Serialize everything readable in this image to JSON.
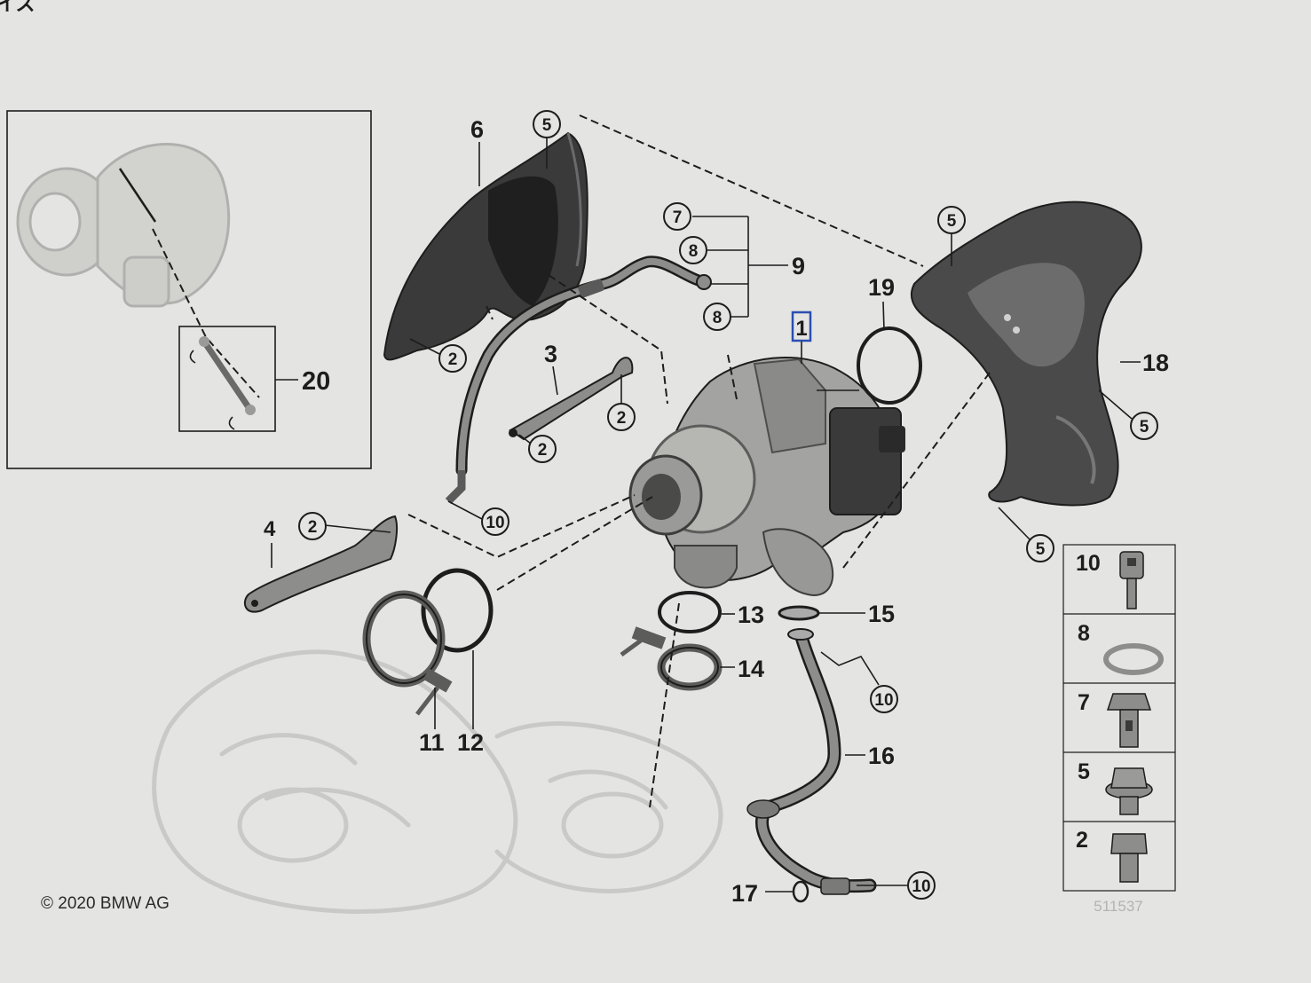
{
  "header_fragment": "イス",
  "copyright": "© 2020 BMW AG",
  "diagram_id": "511537",
  "callouts": {
    "p1": "1",
    "p2": "2",
    "p3": "3",
    "p4": "4",
    "p5": "5",
    "p6": "6",
    "p7": "7",
    "p8": "8",
    "p9": "9",
    "p10": "10",
    "p11": "11",
    "p12": "12",
    "p13": "13",
    "p14": "14",
    "p15": "15",
    "p16": "16",
    "p17": "17",
    "p18": "18",
    "p19": "19",
    "p20": "20"
  },
  "legend": {
    "rows": [
      {
        "number": "10",
        "part": "socket-head-screw"
      },
      {
        "number": "8",
        "part": "sealing-ring"
      },
      {
        "number": "7",
        "part": "banjo-bolt"
      },
      {
        "number": "5",
        "part": "hex-flange-bolt"
      },
      {
        "number": "2",
        "part": "hex-bolt"
      }
    ]
  },
  "colors": {
    "background": "#e4e4e2",
    "ink": "#1d1d1d",
    "part_gray": "#8d8d8b",
    "shield_dark": "#3a3a3a",
    "selected_label": "#2a4fb0"
  }
}
